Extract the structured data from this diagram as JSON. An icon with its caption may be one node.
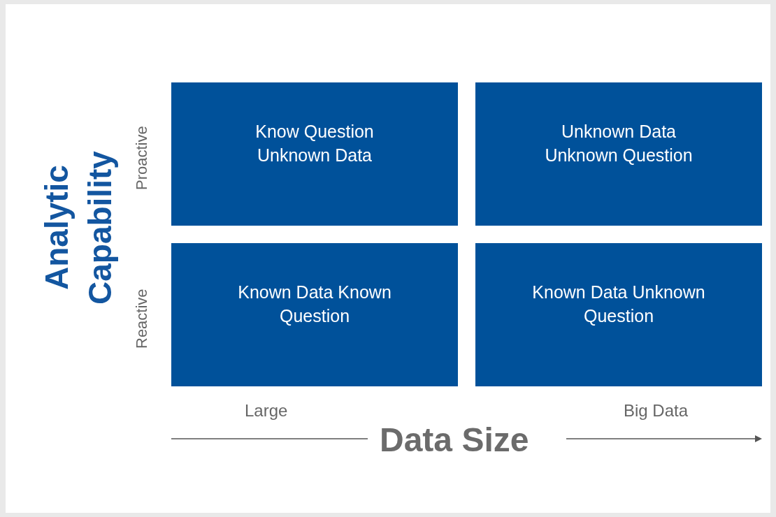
{
  "diagram": {
    "nodes": [
      {
        "text": [
          "Know Question Unknown Data"
        ]
      },
      {
        "text": [
          "Unknown Data Unknown Question"
        ]
      },
      {
        "text": [
          "Known Data Known Question"
        ]
      },
      {
        "text": [
          "Known Data Unknown Question"
        ]
      }
    ],
    "labels": [
      "Analytic Capability",
      "Proactive",
      "Reactive",
      "Large",
      "Big Data",
      "Data Size"
    ]
  }
}
